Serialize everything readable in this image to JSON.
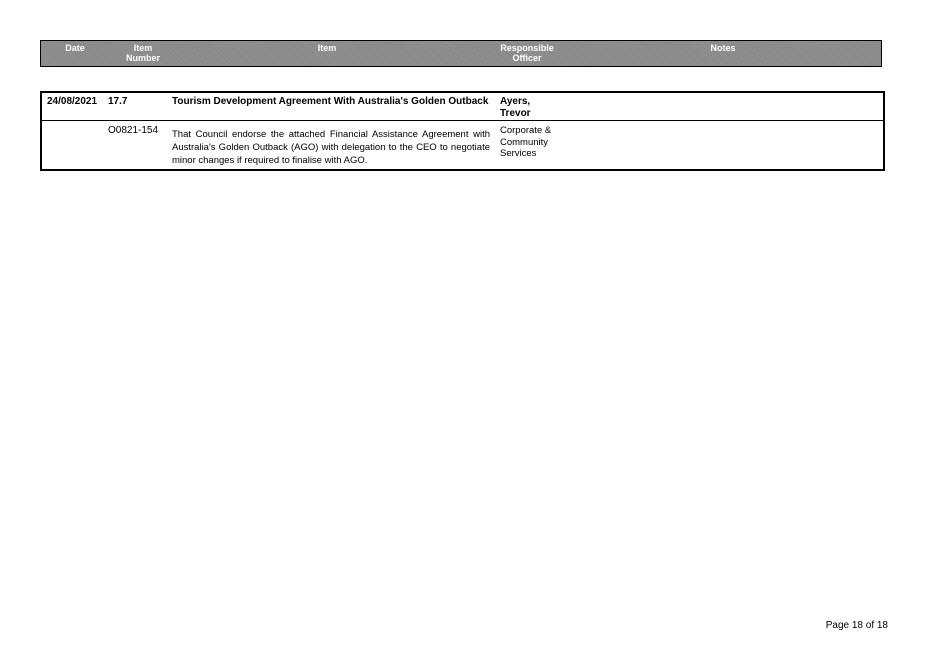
{
  "header": {
    "date": "Date",
    "item_number": "Item\nNumber",
    "item": "Item",
    "responsible_officer": "Responsible\nOfficer",
    "notes": "Notes"
  },
  "record": {
    "date": "24/08/2021",
    "item_number": "17.7",
    "title": "Tourism Development Agreement With Australia's Golden Outback",
    "officer": "Ayers,\nTrevor",
    "resolution_number": "O0821-154",
    "resolution": "That Council endorse the attached Financial Assistance Agreement with Australia's Golden Outback (AGO) with delegation to the CEO to negotiate minor changes if required to finalise with AGO.",
    "department": "Corporate &\nCommunity\nServices",
    "notes": ""
  },
  "footer": {
    "page": "Page 18 of 18"
  }
}
